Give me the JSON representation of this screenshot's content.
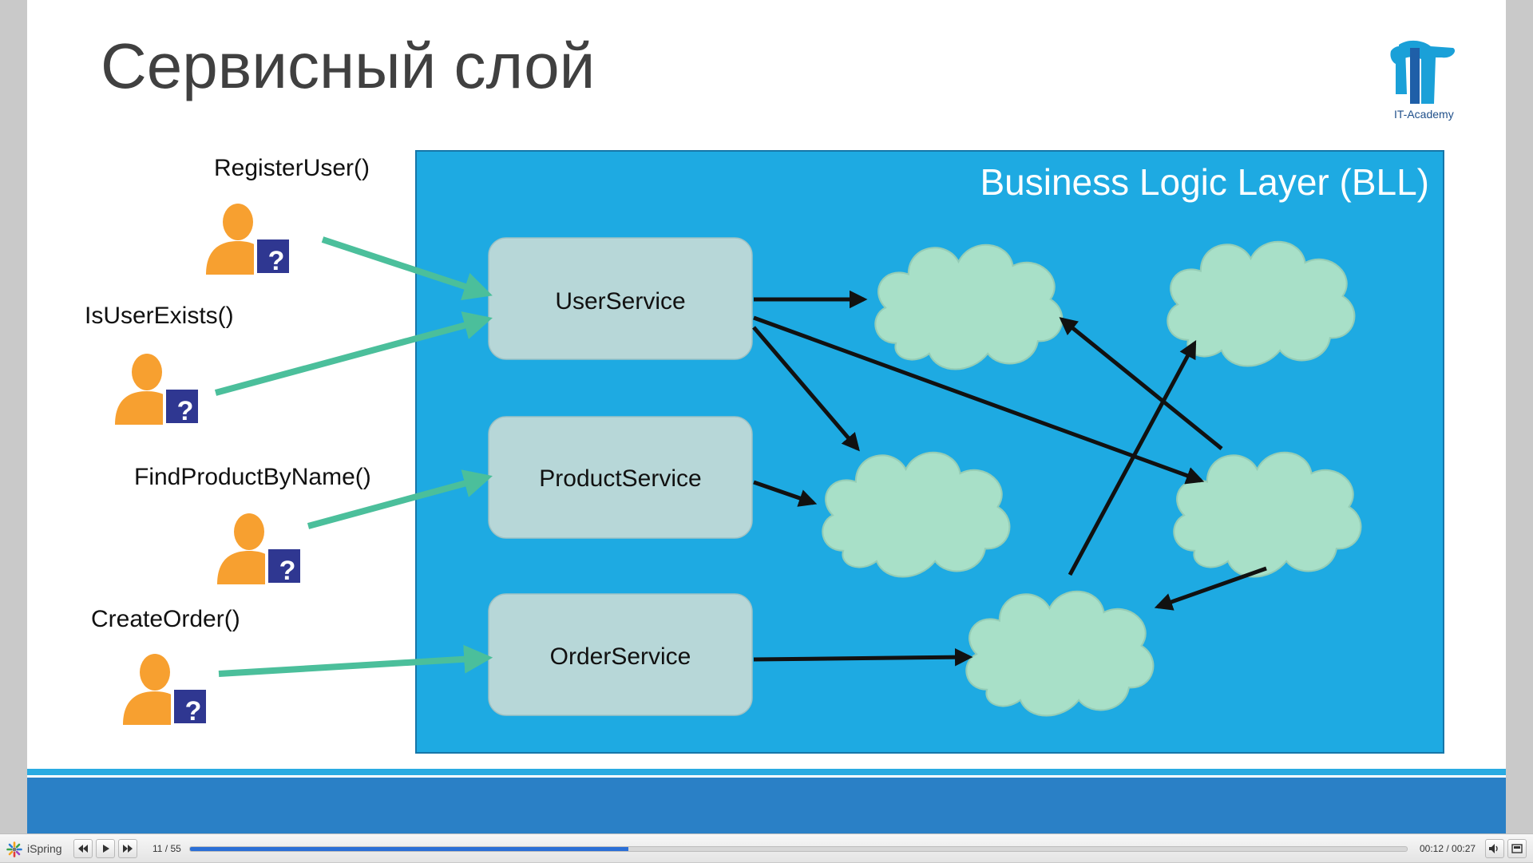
{
  "slide": {
    "title": "Сервисный слой",
    "logo_text": "IT-Academy",
    "bll_label": "Business Logic Layer (BLL)",
    "question_mark": "?",
    "clients": [
      {
        "label": "RegisterUser()"
      },
      {
        "label": "IsUserExists()"
      },
      {
        "label": "FindProductByName()"
      },
      {
        "label": "CreateOrder()"
      }
    ],
    "services": [
      {
        "label": "UserService"
      },
      {
        "label": "ProductService"
      },
      {
        "label": "OrderService"
      }
    ],
    "colors": {
      "bll_fill": "#1eaae2",
      "service_fill": "#b7d7d8",
      "cloud_fill": "#a8e0c8",
      "client_arrow": "#4bbf9b",
      "footer_band": "#2a80c6",
      "user_icon": "#f7a030",
      "question_badge": "#2f3791"
    }
  },
  "player": {
    "brand": "iSpring",
    "slide_counter": "11 / 55",
    "time": "00:12 / 00:27",
    "progress": 0.36,
    "icons": [
      "ispring-logo-icon",
      "previous-icon",
      "play-icon",
      "next-icon",
      "volume-icon",
      "fullscreen-icon"
    ]
  }
}
